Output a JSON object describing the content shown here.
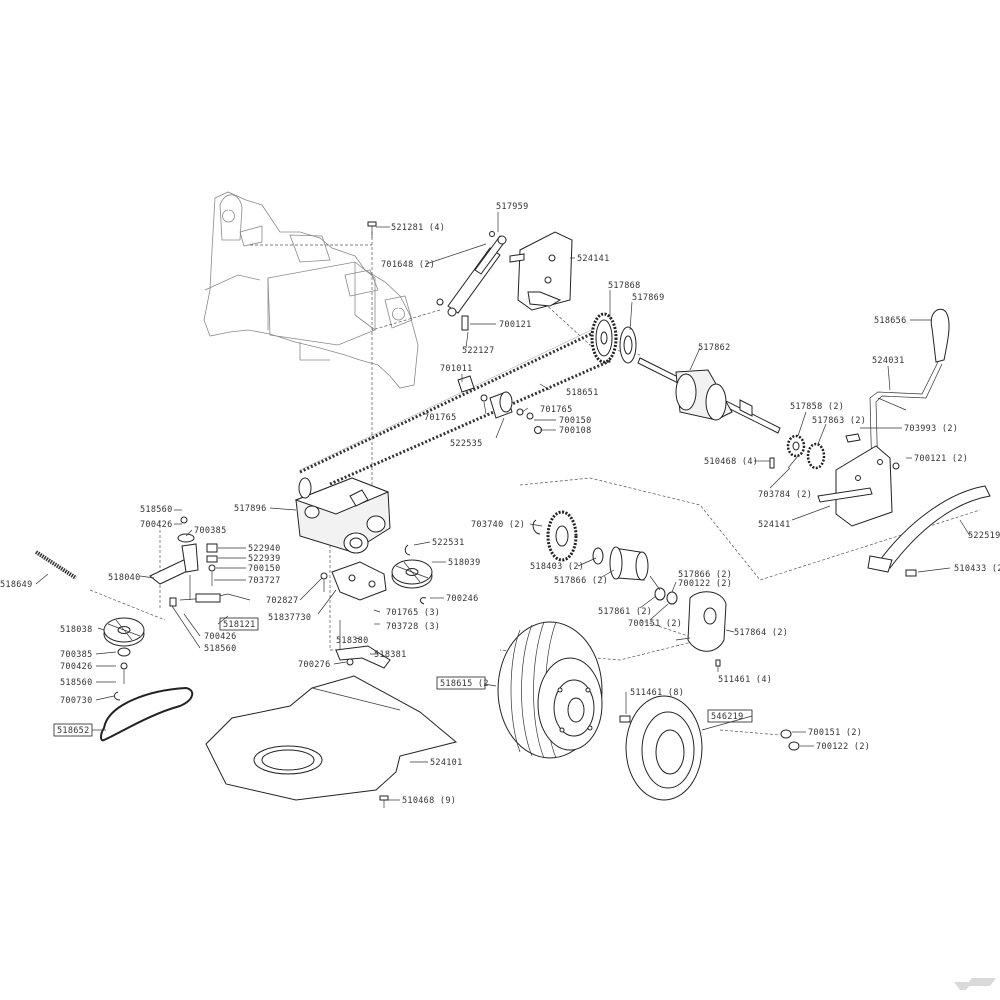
{
  "callouts": {
    "c521281": "521281 (4)",
    "c517959": "517959",
    "c701648": "701648 (2)",
    "c524141a": "524141",
    "c700121a": "700121",
    "c522127": "522127",
    "c517868": "517868",
    "c517869": "517869",
    "c518656": "518656",
    "c517862": "517862",
    "c524031": "524031",
    "c701011": "701011",
    "c518651": "518651",
    "c701765a": "701765",
    "c701765b": "701765",
    "c700150a": "700150",
    "c700108": "700108",
    "c522535": "522535",
    "c517858": "517858 (2)",
    "c517863": "517863 (2)",
    "c703993": "703993 (2)",
    "c510468a": "510468 (4)",
    "c700121b": "700121 (2)",
    "c703784": "703784 (2)",
    "c524141b": "524141",
    "c522519": "522519",
    "c510433": "510433 (2",
    "c518560a": "518560",
    "c700426a": "700426",
    "c700385a": "700385",
    "c517896": "517896",
    "c522940": "522940",
    "c522939": "522939",
    "c700150b": "700150",
    "c703727": "703727",
    "c522531": "522531",
    "c518039": "518039",
    "c700246": "700246",
    "c703740": "703740 (2)",
    "c518403": "518403 (2)",
    "c517866a": "517866 (2)",
    "c517866b": "517866 (2)",
    "c700122a": "700122 (2)",
    "c518649": "518649",
    "c518040": "518040",
    "c702827": "702827",
    "c518377": "51837730",
    "c701765c": "701765 (3)",
    "c703728": "703728 (3)",
    "c517861": "517861 (2)",
    "c700151a": "700151 (2)",
    "c517864": "517864 (2)",
    "c518121": "518121",
    "c518038": "518038",
    "c700426b": "700426",
    "c518560b": "518560",
    "c518380": "518380",
    "c518381": "518381",
    "c700385b": "700385",
    "c700426c": "700426",
    "c518560c": "518560",
    "c700730": "700730",
    "c700276": "700276",
    "c518615": "518615 (2",
    "c511461a": "511461 (4)",
    "c511461b": "511461 (8)",
    "c546219": "546219",
    "c518652": "518652",
    "c700151b": "700151 (2)",
    "c700122b": "700122 (2)",
    "c524101": "524101",
    "c510468b": "510468 (9)"
  },
  "logo": {
    "text": "K",
    "color": "#d9d9d9"
  }
}
